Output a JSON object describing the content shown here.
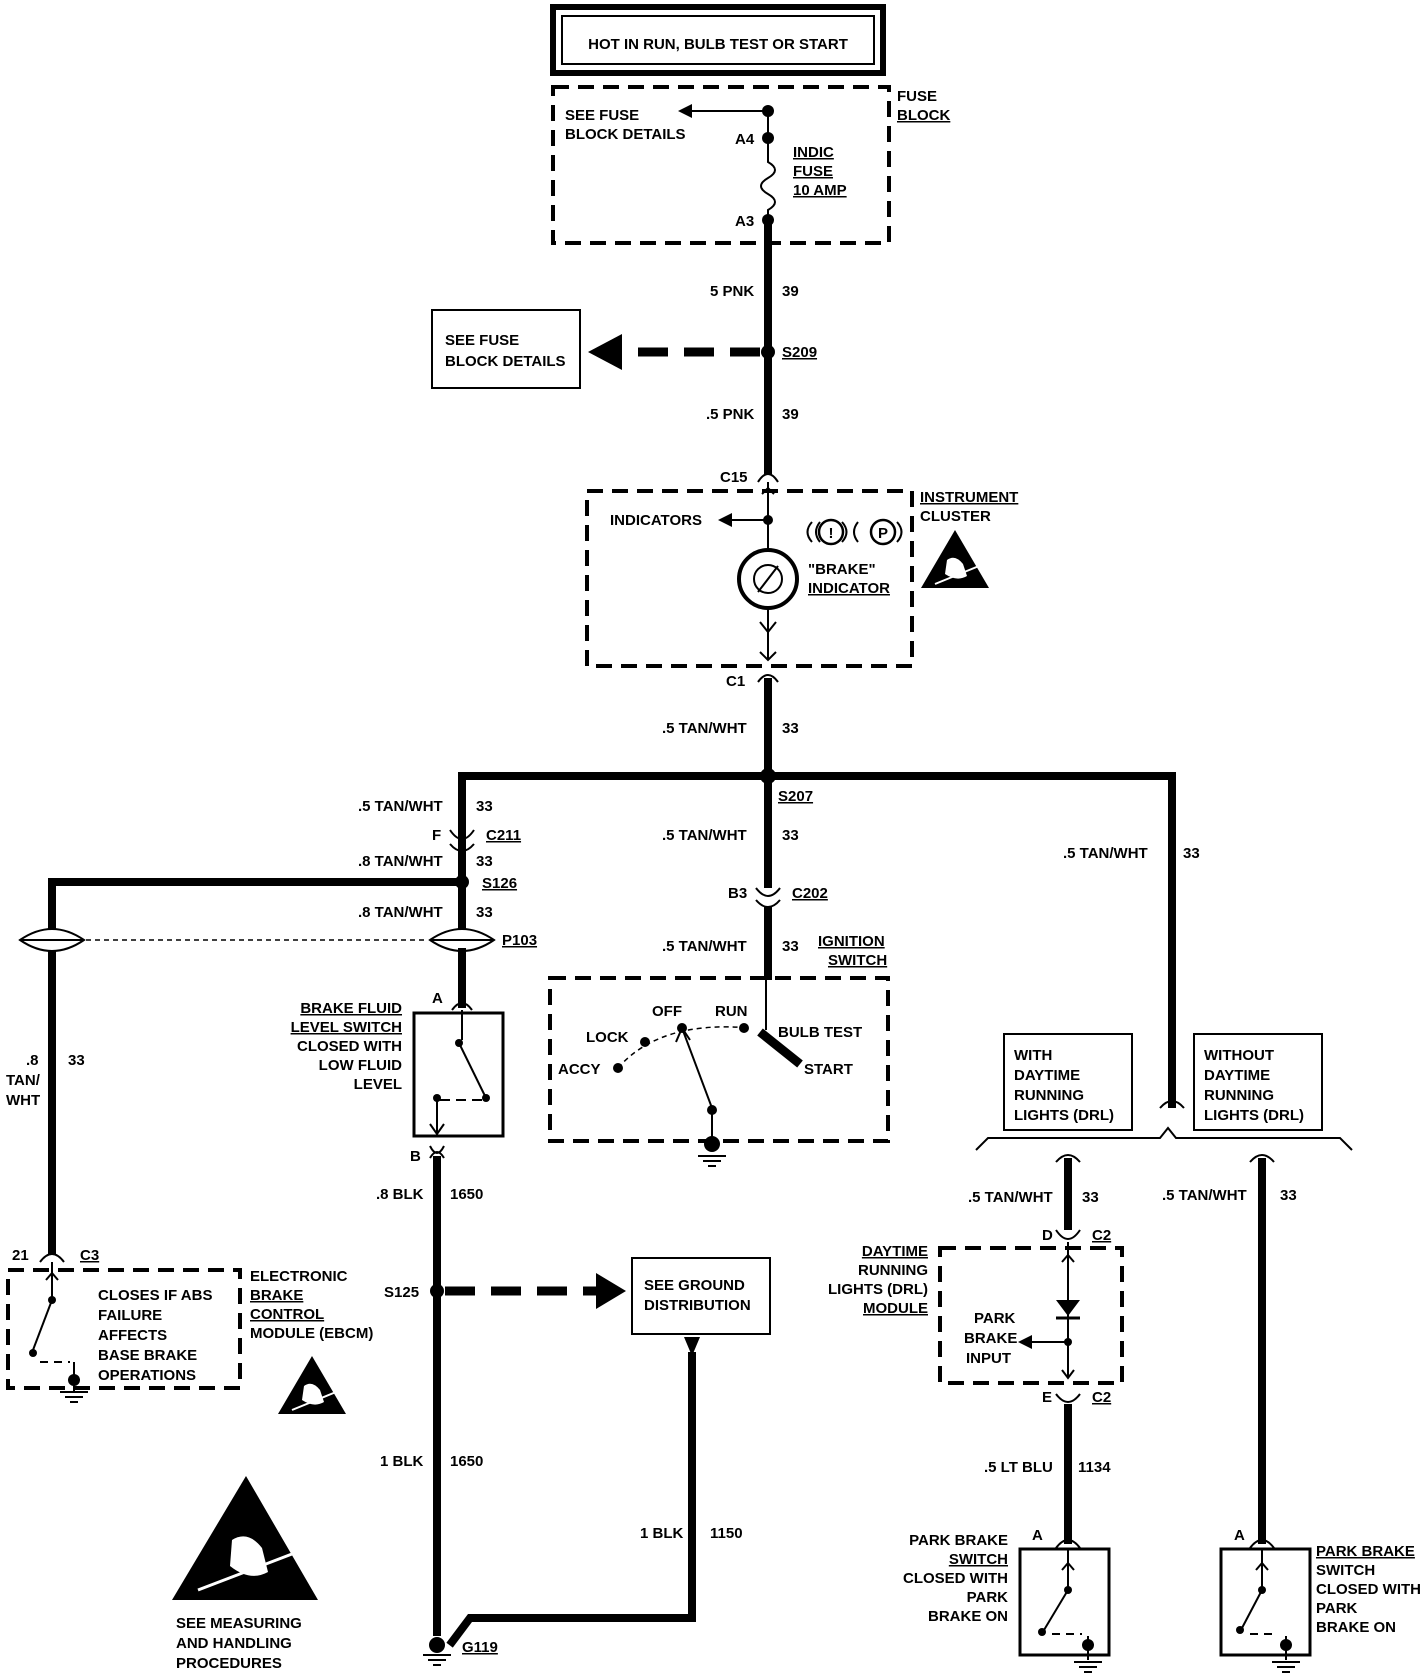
{
  "header": {
    "title": "HOT IN RUN, BULB TEST OR START"
  },
  "fuse_block": {
    "label_1": "FUSE",
    "label_2": "BLOCK",
    "see_1": "SEE FUSE",
    "see_2": "BLOCK DETAILS",
    "pin_top": "A4",
    "pin_bottom": "A3",
    "fuse_1": "INDIC",
    "fuse_2": "FUSE",
    "fuse_3": "10 AMP"
  },
  "wires": {
    "w1_gauge": "5 PNK",
    "w1_circuit": "39",
    "w2_gauge": ".5 PNK",
    "w2_circuit": "39",
    "w3_gauge": ".5 TAN/WHT",
    "w3_circuit": "33",
    "left_a_gauge": ".5 TAN/WHT",
    "left_a_circuit": "33",
    "left_b_gauge": ".8 TAN/WHT",
    "left_b_circuit": "33",
    "left_c_gauge": ".8 TAN/WHT",
    "left_c_circuit": "33",
    "center_a_gauge": ".5 TAN/WHT",
    "center_a_circuit": "33",
    "center_b_gauge": ".5 TAN/WHT",
    "center_b_circuit": "33",
    "right_a_gauge": ".5 TAN/WHT",
    "right_a_circuit": "33",
    "ebcm_gauge_1": ".8",
    "ebcm_gauge_2": "TAN/",
    "ebcm_gauge_3": "WHT",
    "ebcm_circuit": "33",
    "blk_a_gauge": ".8 BLK",
    "blk_a_circuit": "1650",
    "blk_b_gauge": "1 BLK",
    "blk_b_circuit": "1650",
    "blk_c_gauge": "1 BLK",
    "blk_c_circuit": "1150",
    "drl_a_gauge": ".5 TAN/WHT",
    "drl_a_circuit": "33",
    "drl_b_gauge": ".5 LT BLU",
    "drl_b_circuit": "1134",
    "nodrl_gauge": ".5 TAN/WHT",
    "nodrl_circuit": "33"
  },
  "splices": {
    "s209": "S209",
    "s207": "S207",
    "s126": "S126",
    "s125": "S125",
    "g119": "G119"
  },
  "see_fuse_box": {
    "line_1": "SEE FUSE",
    "line_2": "BLOCK DETAILS"
  },
  "cluster": {
    "connector_top": "C15",
    "connector_bottom": "C1",
    "label_1": "INSTRUMENT",
    "label_2": "CLUSTER",
    "indicators": "INDICATORS",
    "brake_1": "\"BRAKE\"",
    "brake_2": "INDICATOR",
    "symbol_1": "!",
    "symbol_2": "P"
  },
  "connectors": {
    "c211_pin": "F",
    "c211": "C211",
    "p103": "P103",
    "c202_pin": "B3",
    "c202": "C202",
    "switch_pin_a": "A",
    "switch_pin_b": "B",
    "c3_pin": "21",
    "c3": "C3",
    "c2_pin_d": "D",
    "c2_top": "C2",
    "c2_pin_e": "E",
    "c2_bottom": "C2",
    "park1_pin": "A",
    "park2_pin": "A"
  },
  "brake_fluid": {
    "line_1": "BRAKE FLUID",
    "line_2": "LEVEL SWITCH",
    "line_3": "CLOSED WITH",
    "line_4": "LOW FLUID",
    "line_5": "LEVEL"
  },
  "ignition": {
    "label_1": "IGNITION",
    "label_2": "SWITCH",
    "off": "OFF",
    "run": "RUN",
    "lock": "LOCK",
    "accy": "ACCY",
    "bulb_test": "BULB TEST",
    "start": "START"
  },
  "drl_option": {
    "l1": "WITH",
    "l2": "DAYTIME",
    "l3": "RUNNING",
    "l4": "LIGHTS (DRL)"
  },
  "no_drl_option": {
    "l1": "WITHOUT",
    "l2": "DAYTIME",
    "l3": "RUNNING",
    "l4": "LIGHTS (DRL)"
  },
  "drl_module": {
    "l1": "DAYTIME",
    "l2": "RUNNING",
    "l3": "LIGHTS (DRL)",
    "l4": "MODULE",
    "in1": "PARK",
    "in2": "BRAKE",
    "in3": "INPUT"
  },
  "ebcm": {
    "l1": "ELECTRONIC",
    "l2": "BRAKE",
    "l3": "CONTROL",
    "l4": "MODULE (EBCM)",
    "c1": "CLOSES IF ABS",
    "c2": "FAILURE",
    "c3": "AFFECTS",
    "c4": "BASE BRAKE",
    "c5": "OPERATIONS"
  },
  "see_ground": {
    "l1": "SEE GROUND",
    "l2": "DISTRIBUTION"
  },
  "park_brake_1": {
    "l1": "PARK BRAKE",
    "l2": "SWITCH",
    "l3": "CLOSED WITH",
    "l4": "PARK",
    "l5": "BRAKE ON"
  },
  "park_brake_2": {
    "l1": "PARK BRAKE",
    "l2": "SWITCH",
    "l3": "CLOSED WITH",
    "l4": "PARK",
    "l5": "BRAKE ON"
  },
  "esd_note": {
    "l1": "SEE MEASURING",
    "l2": "AND HANDLING",
    "l3": "PROCEDURES"
  }
}
